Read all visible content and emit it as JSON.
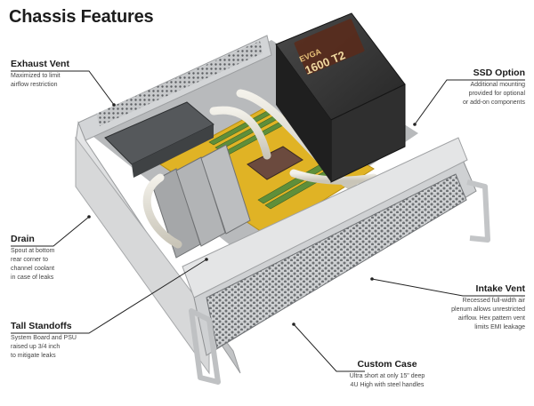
{
  "title": "Chassis Features",
  "callouts": {
    "exhaust_vent": {
      "heading": "Exhaust Vent",
      "lines": [
        "Maximized to limit",
        "airflow restriction"
      ]
    },
    "drain": {
      "heading": "Drain",
      "lines": [
        "Spout at bottom",
        "rear corner to",
        "channel coolant",
        "in case of leaks"
      ]
    },
    "tall_standoffs": {
      "heading": "Tall Standoffs",
      "lines": [
        "System Board and PSU",
        "raised up 3/4 inch",
        "to mitigate leaks"
      ]
    },
    "ssd_option": {
      "heading": "SSD Option",
      "lines": [
        "Additional mounting",
        "provided for optional",
        "or add-on components"
      ]
    },
    "intake_vent": {
      "heading": "Intake Vent",
      "lines": [
        "Recessed full-width air",
        "plenum allows unrestricted",
        "airflow. Hex pattern vent",
        "limits EMI leakage"
      ]
    },
    "custom_case": {
      "heading": "Custom Case",
      "lines": [
        "Ultra short at only 15\" deep",
        "4U High with steel handles"
      ]
    }
  },
  "psu_label": {
    "brand": "EVGA",
    "model": "1600 T2"
  },
  "colors": {
    "chassis": "#d9dadb",
    "chassis_dark": "#a9abad",
    "board_yellow": "#e0b325",
    "psu": "#3a3a3a",
    "ram_green": "#5f8f3a",
    "leader": "#222222"
  }
}
